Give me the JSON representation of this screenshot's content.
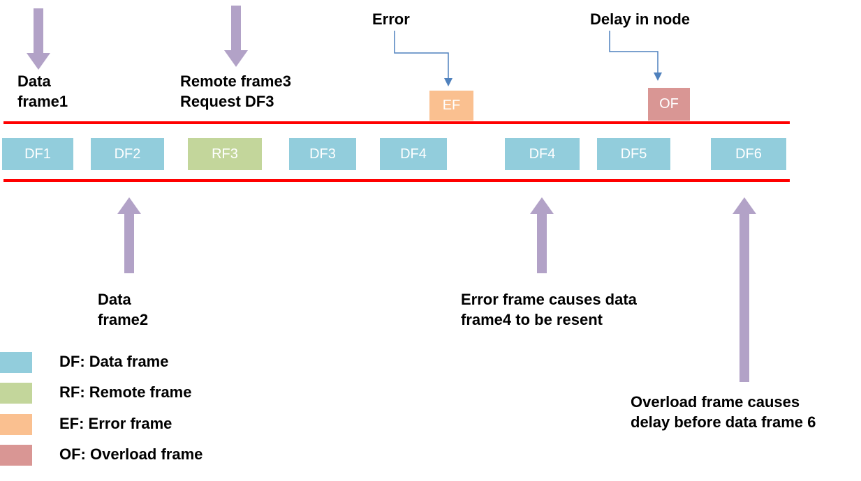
{
  "colors": {
    "data_frame": "#92CDDC",
    "remote_frame": "#C3D69B",
    "error_frame": "#FAC090",
    "overload_frame": "#D99694",
    "bus_line": "#FF0000",
    "annotation_arrow": "#B2A2C7",
    "pointer_arrow": "#4F81BD"
  },
  "bus_frames": [
    {
      "label": "DF1",
      "type": "data"
    },
    {
      "label": "DF2",
      "type": "data"
    },
    {
      "label": "RF3",
      "type": "remote"
    },
    {
      "label": "DF3",
      "type": "data"
    },
    {
      "label": "DF4",
      "type": "data"
    },
    {
      "label": "DF4",
      "type": "data"
    },
    {
      "label": "DF5",
      "type": "data"
    },
    {
      "label": "DF6",
      "type": "data"
    }
  ],
  "event_frames": [
    {
      "label": "EF",
      "type": "error"
    },
    {
      "label": "OF",
      "type": "overload"
    }
  ],
  "annotations": {
    "data_frame1": "Data\nframe1",
    "remote_frame3": "Remote frame3\nRequest DF3",
    "error": "Error",
    "delay_in_node": "Delay in node",
    "data_frame2": "Data\nframe2",
    "error_resent": "Error frame causes data\nframe4 to be resent",
    "overload_delay": "Overload frame causes\ndelay before data frame 6"
  },
  "legend": [
    {
      "label": "DF: Data frame",
      "type": "data"
    },
    {
      "label": "RF: Remote frame",
      "type": "remote"
    },
    {
      "label": "EF: Error frame",
      "type": "error"
    },
    {
      "label": "OF: Overload frame",
      "type": "overload"
    }
  ]
}
